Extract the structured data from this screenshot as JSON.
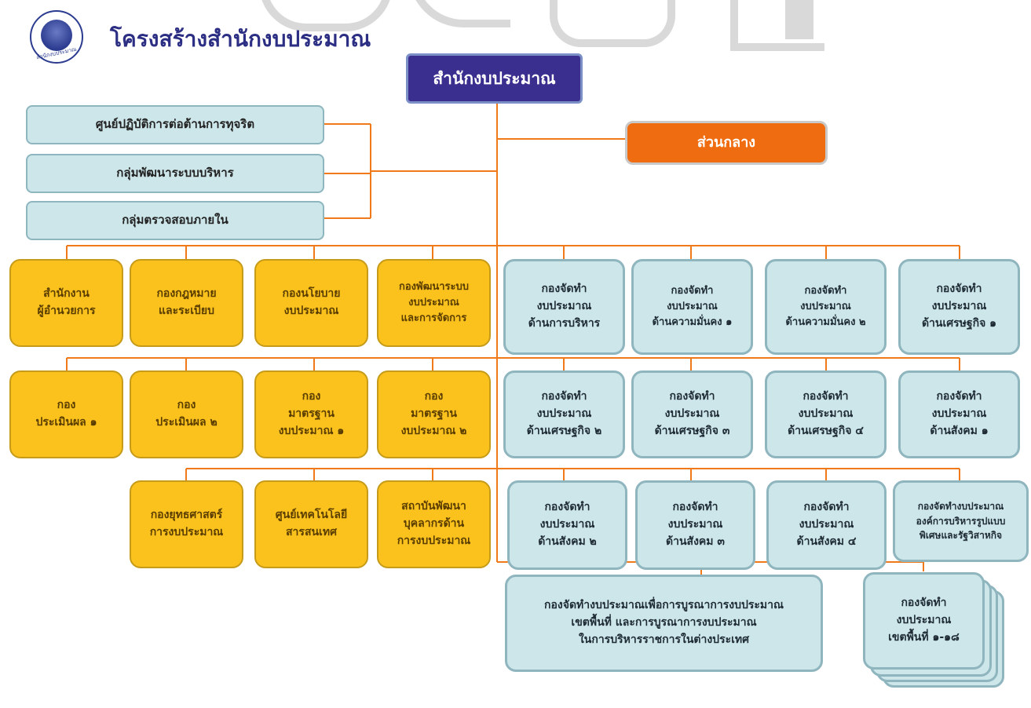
{
  "header": {
    "title": "โครงสร้างสำนักงบประมาณ",
    "seal_text": "สำนักงบประมาณ"
  },
  "root": "สำนักงบประมาณ",
  "center_unit": "ส่วนกลาง",
  "side_units": [
    "ศูนย์ปฏิบัติการต่อต้านการทุจริต",
    "กลุ่มพัฒนาระบบบริหาร",
    "กลุ่มตรวจสอบภายใน"
  ],
  "row1_left": [
    [
      "สำนักงาน",
      "ผู้อำนวยการ"
    ],
    [
      "กองกฎหมาย",
      "และระเบียบ"
    ],
    [
      "กองนโยบาย",
      "งบประมาณ"
    ],
    [
      "กองพัฒนาระบบ",
      "งบประมาณ",
      "และการจัดการ"
    ]
  ],
  "row1_right": [
    [
      "กองจัดทำ",
      "งบประมาณ",
      "ด้านการบริหาร"
    ],
    [
      "กองจัดทำ",
      "งบประมาณ",
      "ด้านความมั่นคง ๑"
    ],
    [
      "กองจัดทำ",
      "งบประมาณ",
      "ด้านความมั่นคง ๒"
    ],
    [
      "กองจัดทำ",
      "งบประมาณ",
      "ด้านเศรษฐกิจ ๑"
    ]
  ],
  "row2_left": [
    [
      "กอง",
      "ประเมินผล ๑"
    ],
    [
      "กอง",
      "ประเมินผล ๒"
    ],
    [
      "กอง",
      "มาตรฐาน",
      "งบประมาณ ๑"
    ],
    [
      "กอง",
      "มาตรฐาน",
      "งบประมาณ ๒"
    ]
  ],
  "row2_right": [
    [
      "กองจัดทำ",
      "งบประมาณ",
      "ด้านเศรษฐกิจ ๒"
    ],
    [
      "กองจัดทำ",
      "งบประมาณ",
      "ด้านเศรษฐกิจ ๓"
    ],
    [
      "กองจัดทำ",
      "งบประมาณ",
      "ด้านเศรษฐกิจ ๔"
    ],
    [
      "กองจัดทำ",
      "งบประมาณ",
      "ด้านสังคม ๑"
    ]
  ],
  "row3_left": [
    [
      "กองยุทธศาสตร์",
      "การงบประมาณ"
    ],
    [
      "ศูนย์เทคโนโลยี",
      "สารสนเทศ"
    ],
    [
      "สถาบันพัฒนา",
      "บุคลากรด้าน",
      "การงบประมาณ"
    ]
  ],
  "row3_right": [
    [
      "กองจัดทำ",
      "งบประมาณ",
      "ด้านสังคม ๒"
    ],
    [
      "กองจัดทำ",
      "งบประมาณ",
      "ด้านสังคม ๓"
    ],
    [
      "กองจัดทำ",
      "งบประมาณ",
      "ด้านสังคม ๔"
    ],
    [
      "กองจัดทำงบประมาณ",
      "องค์การบริหารรูปแบบ",
      "พิเศษและรัฐวิสาหกิจ"
    ]
  ],
  "bottom_integration": [
    "กองจัดทำงบประมาณเพื่อการบูรณาการงบประมาณ",
    "เขตพื้นที่ และการบูรณาการงบประมาณ",
    "ในการบริหารราชการในต่างประเทศ"
  ],
  "bottom_regional": [
    "กองจัดทำ",
    "งบประมาณ",
    "เขตพื้นที่ ๑-๑๘"
  ],
  "colors": {
    "connector": "#f07a1a",
    "root": "#3a2f8f",
    "center": "#ef6c10",
    "yellow": "#fbc21d",
    "blue": "#cde6ea"
  }
}
